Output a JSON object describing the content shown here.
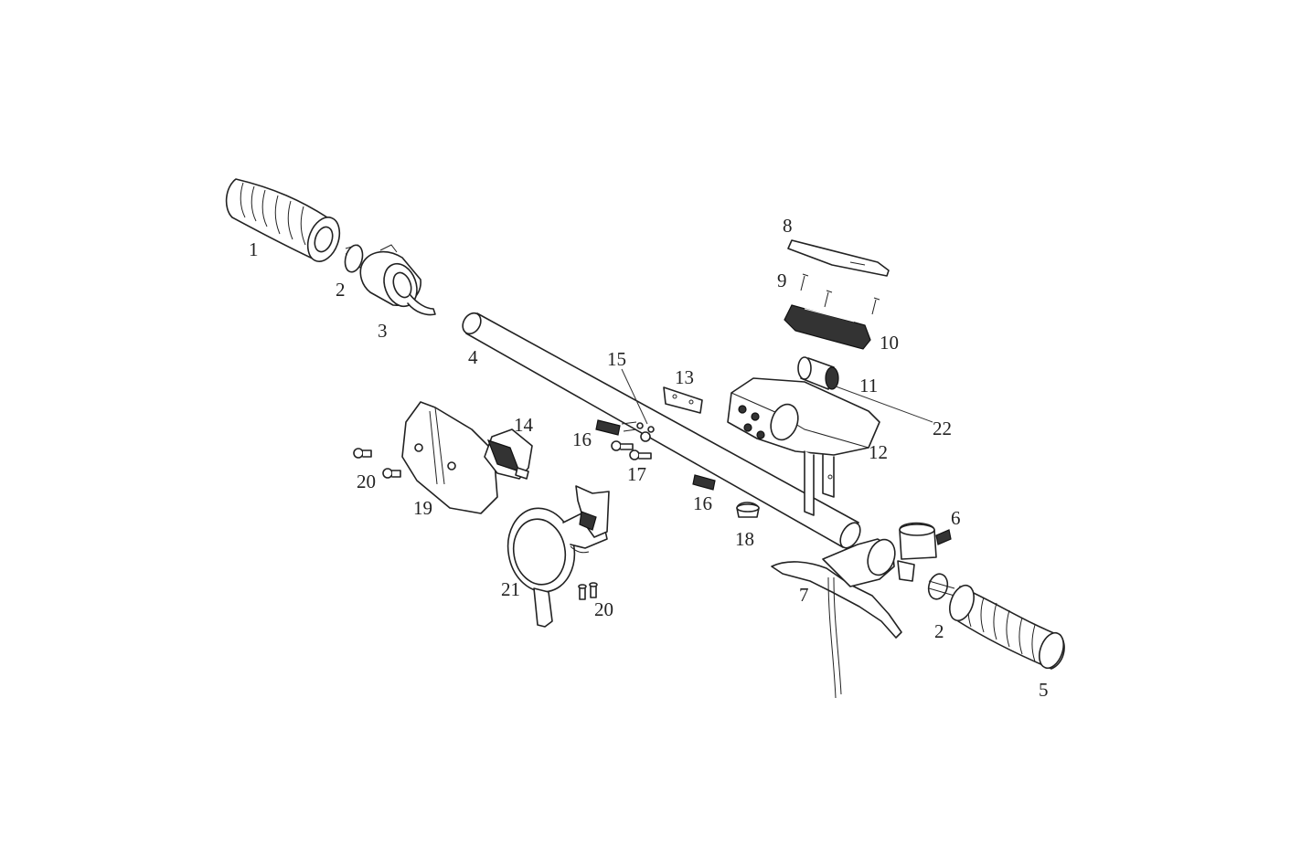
{
  "diagram": {
    "type": "exploded-parts-view",
    "line_color": "#222222",
    "background": "#ffffff"
  },
  "labels": {
    "p1": "1",
    "p2a": "2",
    "p2b": "2",
    "p3": "3",
    "p4": "4",
    "p5": "5",
    "p6": "6",
    "p7": "7",
    "p8": "8",
    "p9": "9",
    "p10": "10",
    "p11": "11",
    "p12": "12",
    "p13": "13",
    "p14": "14",
    "p15": "15",
    "p16a": "16",
    "p16b": "16",
    "p17": "17",
    "p18": "18",
    "p19": "19",
    "p20a": "20",
    "p20b": "20",
    "p21": "21",
    "p22": "22"
  }
}
